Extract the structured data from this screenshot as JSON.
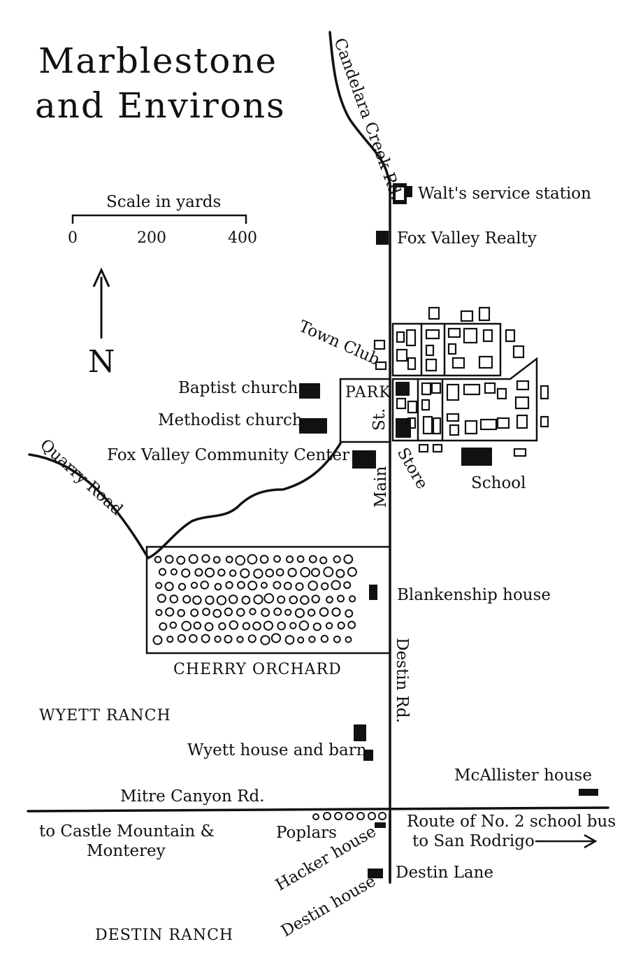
{
  "title": {
    "line1": "Marblestone",
    "line2": "and Environs"
  },
  "scale": {
    "caption": "Scale in yards",
    "ticks": [
      "0",
      "200",
      "400"
    ]
  },
  "north": {
    "label": "N"
  },
  "roads": {
    "candelara": "Candelara Creek Rd.",
    "quarry": "Quarry Road",
    "main": "Main",
    "st": "St.",
    "destin_rd": "Destin Rd.",
    "mitre": "Mitre Canyon Rd.",
    "destin_lane": "Destin Lane"
  },
  "places": {
    "walts": "Walt's  service station",
    "realty": "Fox Valley Realty",
    "town_club": "Town Club",
    "park": "PARK",
    "baptist": "Baptist church",
    "methodist": "Methodist church",
    "community": "Fox Valley Community Center",
    "store": "Store",
    "school": "School",
    "blankenship": "Blankenship house",
    "orchard": "CHERRY ORCHARD",
    "wyett_ranch": "WYETT RANCH",
    "wyett_house": "Wyett house and barn",
    "mcallister": "McAllister house",
    "castle_1": "to Castle Mountain &",
    "castle_2": "Monterey",
    "poplars": "Poplars",
    "bus_1": "Route of No. 2 school bus",
    "bus_2": "to San Rodrigo",
    "hacker": "Hacker house",
    "destin_house": "Destin house",
    "destin_ranch": "DESTIN RANCH"
  }
}
